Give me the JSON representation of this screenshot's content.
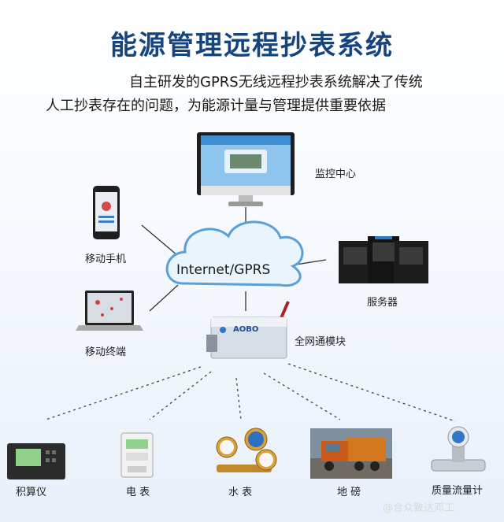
{
  "title": "能源管理远程抄表系统",
  "subtitle_line1": "自主研发的GPRS无线远程抄表系统解决了传统",
  "subtitle_line2": "人工抄表存在的问题，为能源计量与管理提供重要依据",
  "cloud_label": "Internet/GPRS",
  "modem_brand": "AOBO",
  "nodes": {
    "monitor_center": "监控中心",
    "mobile_phone": "移动手机",
    "server": "服务器",
    "mobile_terminal": "移动终端",
    "network_module": "全网通模块"
  },
  "meters": [
    "积算仪",
    "电 表",
    "水 表",
    "地 磅",
    "质量流量计"
  ],
  "watermark": "@合众致达邓工",
  "colors": {
    "title": "#16457e",
    "cloud_fill": "#eaf4fd",
    "cloud_stroke": "#5aa0d8",
    "line": "#333333"
  }
}
